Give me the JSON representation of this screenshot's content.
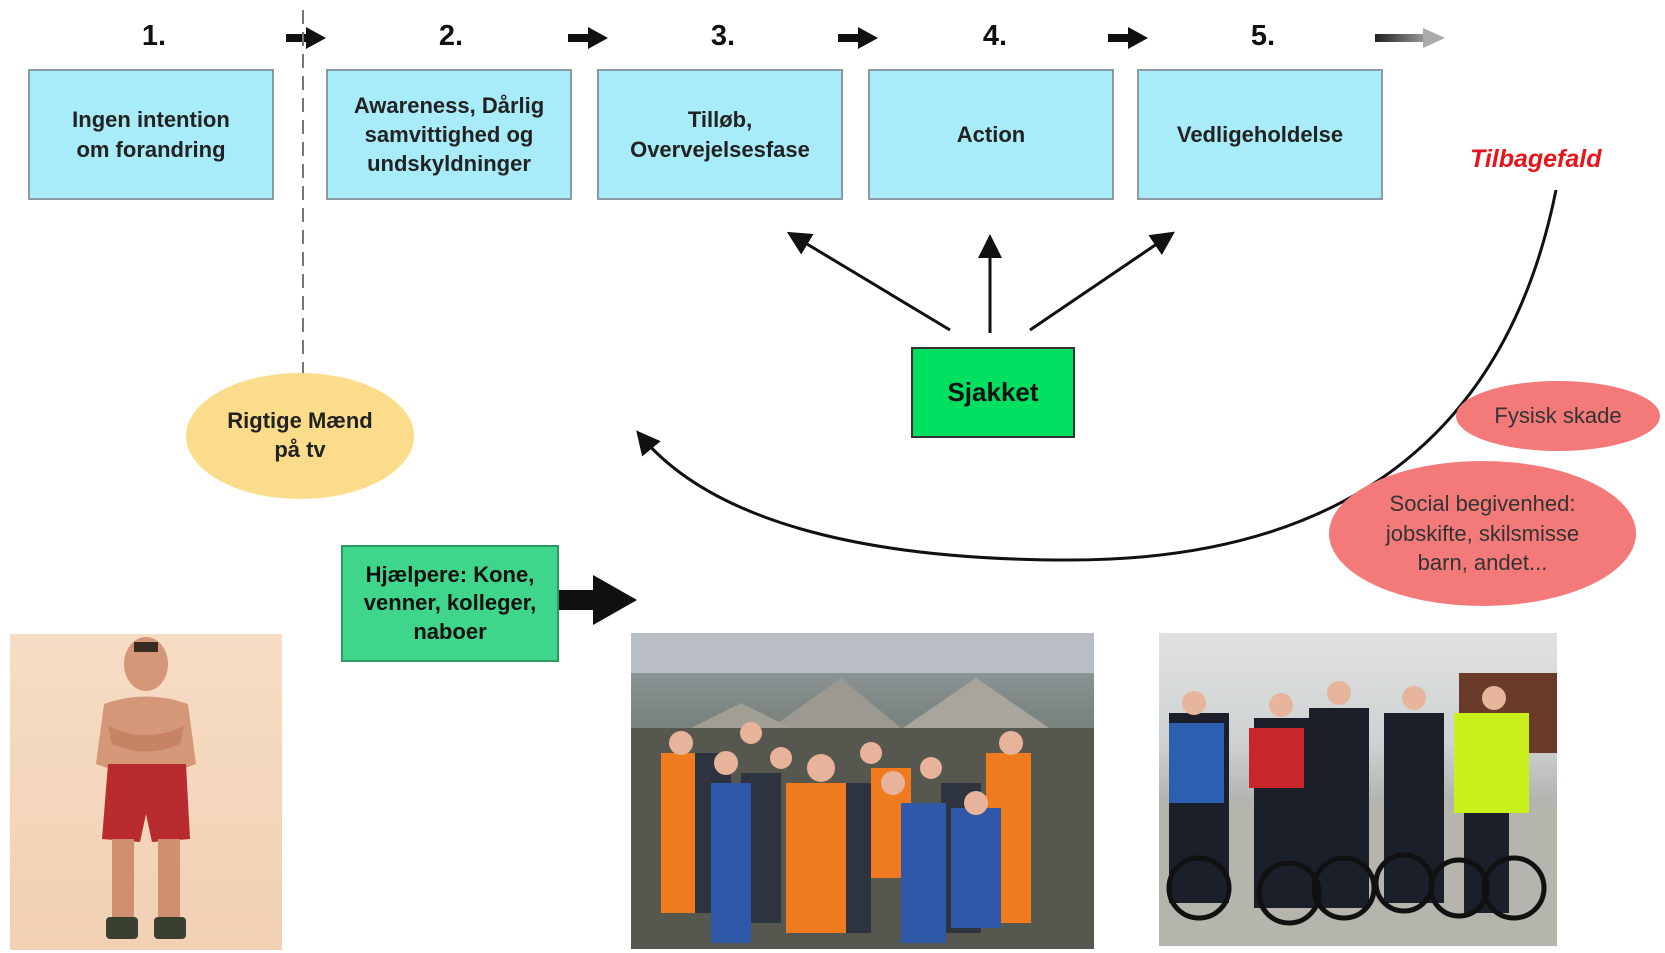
{
  "steps": {
    "s1": {
      "number": "1.",
      "label": "Ingen intention om forandring"
    },
    "s2": {
      "number": "2.",
      "label": "Awareness, Dårlig samvittighed og undskyldninger"
    },
    "s3": {
      "number": "3.",
      "label": "Tilløb, Overvejelsesfase"
    },
    "s4": {
      "number": "4.",
      "label": "Action"
    },
    "s5": {
      "number": "5.",
      "label": "Vedligeholdelse"
    }
  },
  "relapse": {
    "label": "Tilbagefald",
    "color": "#e8141c"
  },
  "tv": {
    "label": "Rigtige Mænd på tv",
    "color": "#fbdc8a"
  },
  "sjakket": {
    "label": "Sjakket",
    "color": "#00e060"
  },
  "helpers": {
    "label": "Hjælpere: Kone, venner, kolleger, naboer",
    "color": "#3fd58b"
  },
  "triggers": {
    "injury": {
      "label": "Fysisk skade"
    },
    "social": {
      "label": "Social begivenhed: jobskifte, skilsmisse barn, andet..."
    },
    "color": "#f47a7a"
  },
  "colors": {
    "stage_fill": "#a7ecf8",
    "stage_border": "#8c9aa4"
  }
}
